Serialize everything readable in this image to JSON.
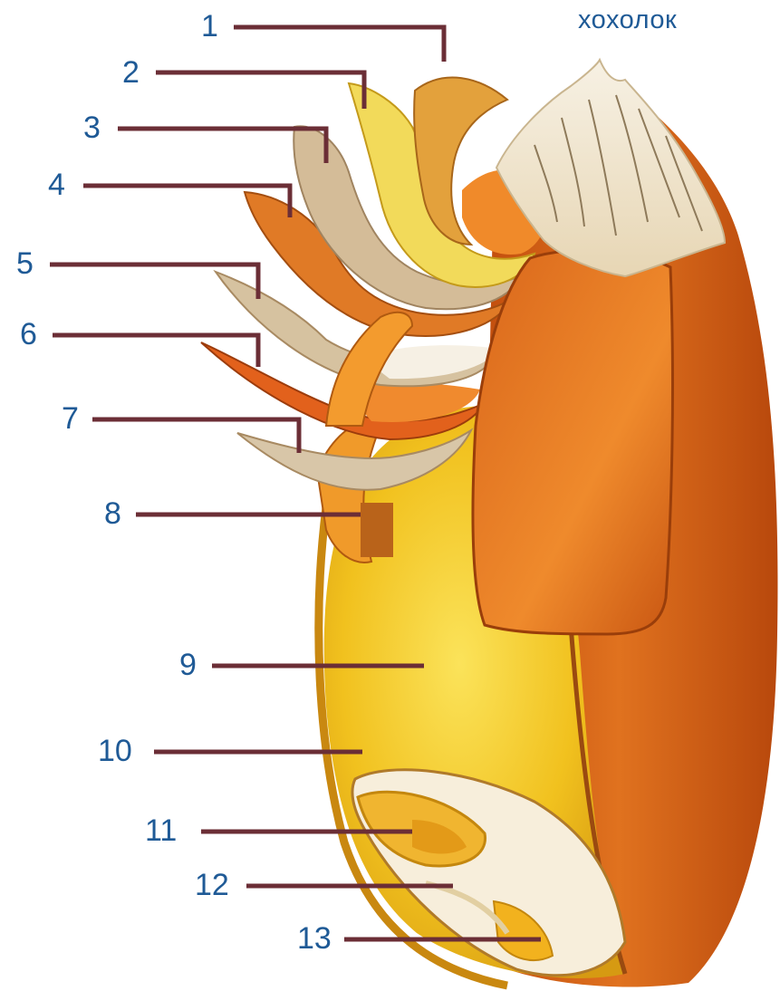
{
  "title": "хохолок",
  "labels": [
    "1",
    "2",
    "3",
    "4",
    "5",
    "6",
    "7",
    "8",
    "9",
    "10",
    "11",
    "12",
    "13"
  ],
  "colors": {
    "label_text": "#1f5a96",
    "leader_line": "#6b2e36",
    "outer_shell": "#d8661a",
    "endosperm": "#f3c21c",
    "brush_hairs": "#f3ebd9",
    "embryo": "#f6ecd0"
  }
}
